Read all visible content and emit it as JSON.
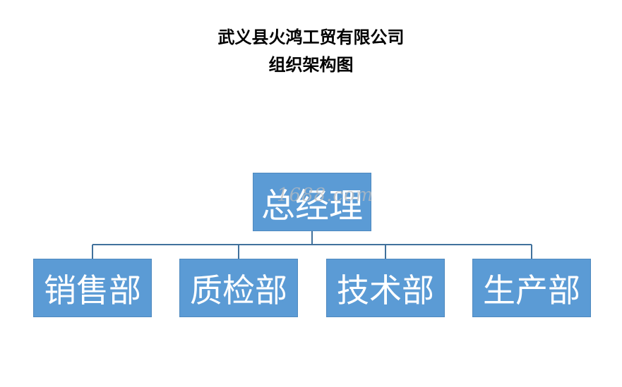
{
  "title": {
    "line1": "武义县火鸿工贸有限公司",
    "line2": "组织架构图"
  },
  "org": {
    "root": {
      "label": "总经理"
    },
    "departments": [
      {
        "label": "销售部"
      },
      {
        "label": "质检部"
      },
      {
        "label": "技术部"
      },
      {
        "label": "生产部"
      }
    ]
  },
  "watermark": "1688.com",
  "colors": {
    "box_fill": "#5b9bd5",
    "box_text": "#ffffff",
    "connector": "#41719c"
  }
}
